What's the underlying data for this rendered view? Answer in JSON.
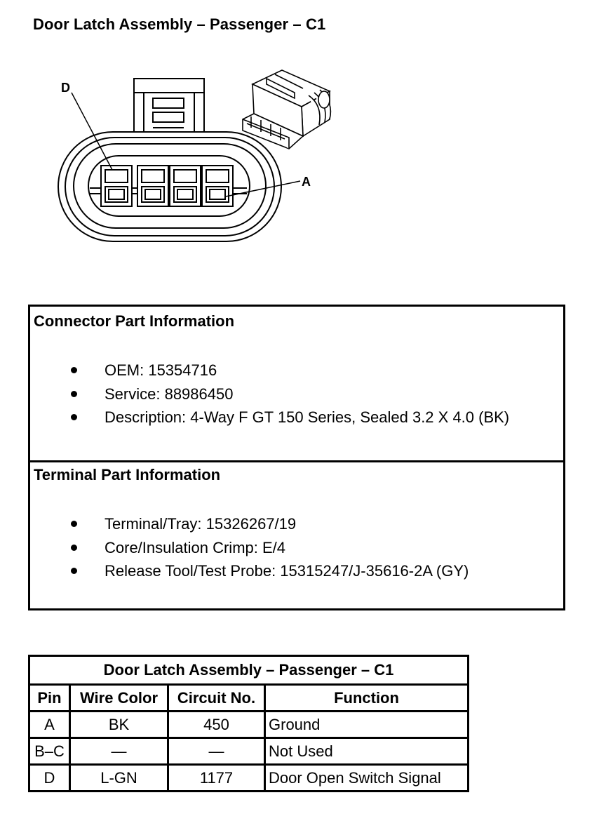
{
  "page": {
    "title": "Door Latch Assembly – Passenger – C1"
  },
  "diagram": {
    "label_d": "D",
    "label_a": "A",
    "icons": [
      "connector-face-view",
      "connector-isometric-view"
    ]
  },
  "connector_info": {
    "title": "Connector Part Information",
    "items": [
      "OEM: 15354716",
      "Service: 88986450",
      "Description: 4-Way F GT 150 Series, Sealed 3.2 X 4.0 (BK)"
    ]
  },
  "terminal_info": {
    "title": "Terminal Part Information",
    "items": [
      "Terminal/Tray: 15326267/19",
      "Core/Insulation Crimp: E/4",
      "Release Tool/Test Probe: 15315247/J-35616-2A (GY)"
    ]
  },
  "pin_table": {
    "caption": "Door Latch Assembly – Passenger – C1",
    "headers": [
      "Pin",
      "Wire Color",
      "Circuit No.",
      "Function"
    ],
    "rows": [
      [
        "A",
        "BK",
        "450",
        "Ground"
      ],
      [
        "B–C",
        "—",
        "—",
        "Not Used"
      ],
      [
        "D",
        "L-GN",
        "1177",
        "Door Open Switch Signal"
      ]
    ]
  }
}
